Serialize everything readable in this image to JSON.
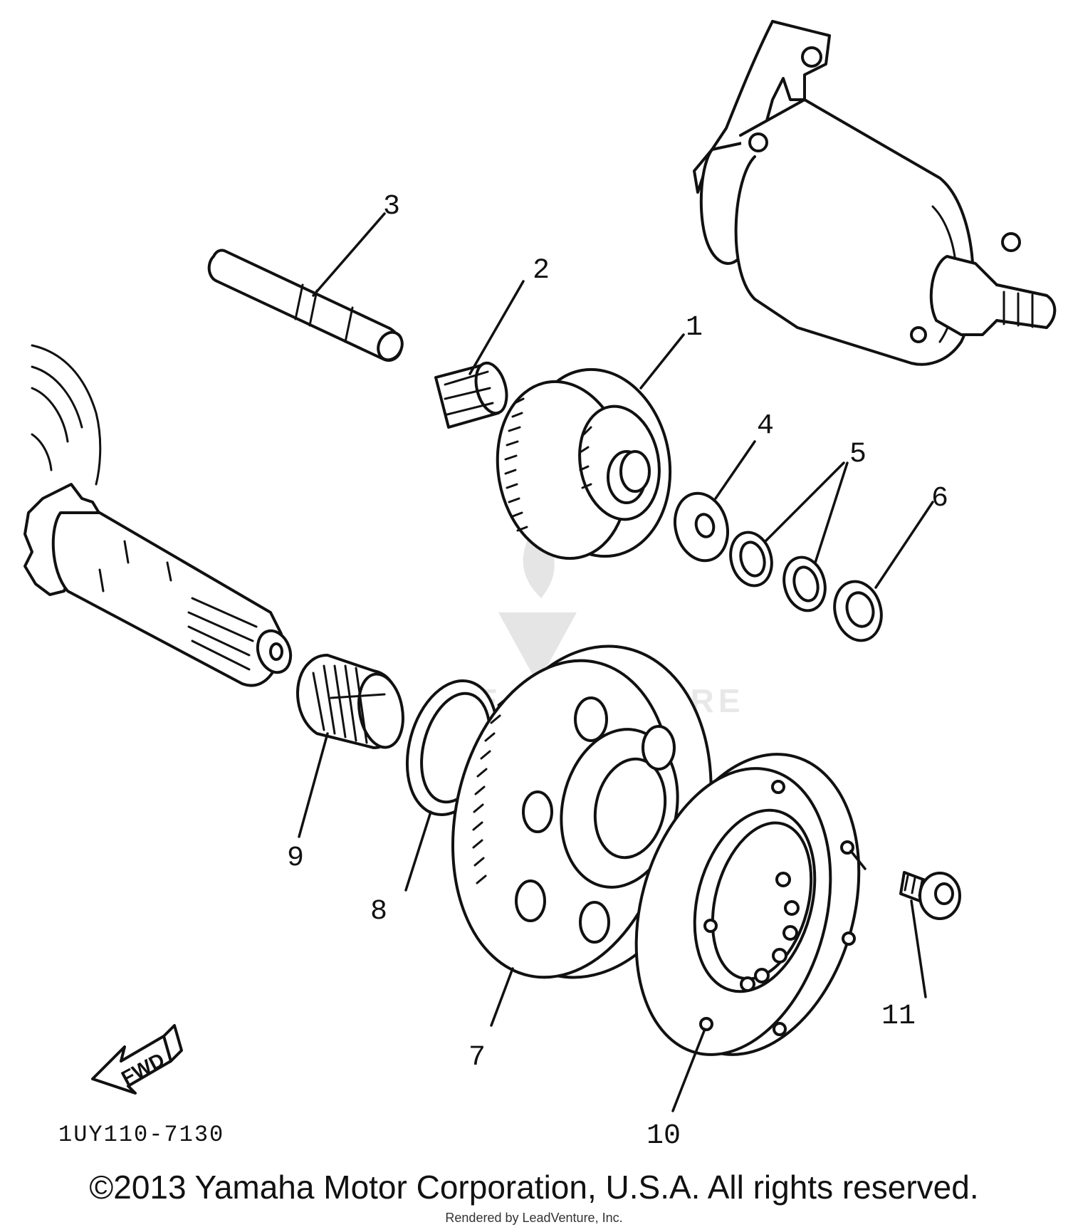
{
  "diagram": {
    "callouts": [
      "1",
      "2",
      "3",
      "4",
      "5",
      "6",
      "7",
      "8",
      "9",
      "10",
      "11"
    ],
    "reference_code": "1UY110-7130",
    "fwd_label": "FWD",
    "watermark_text": "LEADVENTURE"
  },
  "footer": {
    "copyright": "©2013 Yamaha Motor Corporation, U.S.A. All rights reserved.",
    "rendered_by": "Rendered by LeadVenture, Inc."
  },
  "colors": {
    "ink": "#111111",
    "watermark": "#cfcfcf"
  }
}
